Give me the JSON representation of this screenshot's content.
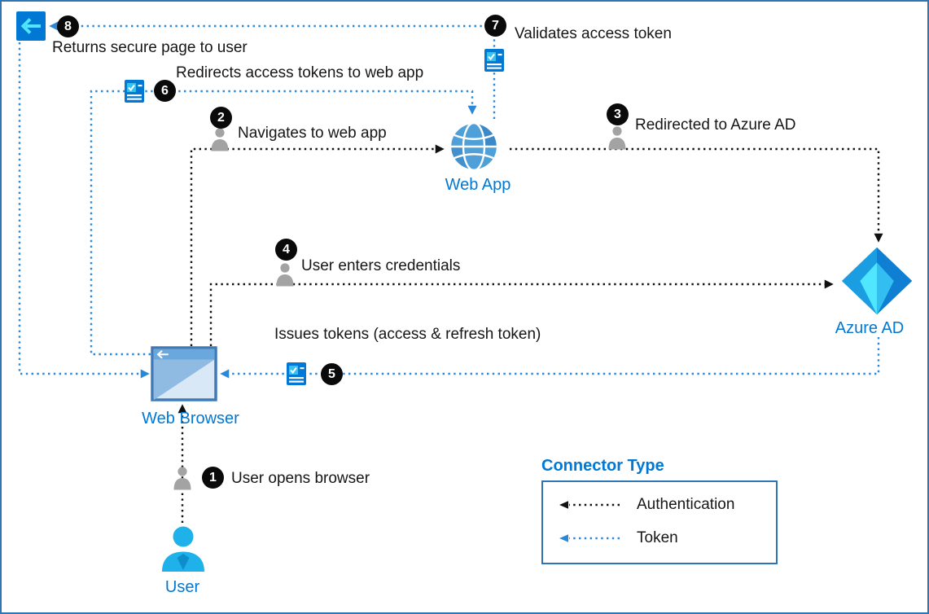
{
  "steps": [
    {
      "num": "1",
      "label": "User opens browser",
      "type": "authentication"
    },
    {
      "num": "2",
      "label": "Navigates to web app",
      "type": "authentication"
    },
    {
      "num": "3",
      "label": "Redirected to Azure AD",
      "type": "authentication"
    },
    {
      "num": "4",
      "label": "User enters credentials",
      "type": "authentication"
    },
    {
      "num": "5",
      "label": "Issues tokens (access & refresh token)",
      "type": "token"
    },
    {
      "num": "6",
      "label": "Redirects access tokens to web app",
      "type": "token"
    },
    {
      "num": "7",
      "label": "Validates access token",
      "type": "token"
    },
    {
      "num": "8",
      "label": "Returns secure page to user",
      "type": "token"
    }
  ],
  "nodes": {
    "web_app": {
      "label": "Web App"
    },
    "azure_ad": {
      "label": "Azure AD"
    },
    "web_browser": {
      "label": "Web Browser"
    },
    "user": {
      "label": "User"
    }
  },
  "legend": {
    "title": "Connector Type",
    "items": [
      {
        "label": "Authentication",
        "color": "#111111"
      },
      {
        "label": "Token",
        "color": "#2b88d8"
      }
    ]
  },
  "icons": [
    "return-page-icon",
    "token-icon",
    "person-icon",
    "web-app-globe-icon",
    "azure-ad-icon",
    "web-browser-icon",
    "user-icon",
    "auth-arrow-icon",
    "token-arrow-icon"
  ],
  "colors": {
    "accent_blue": "#0078d4",
    "auth_line": "#111111",
    "token_line": "#2b88d8",
    "badge_bg": "#0a0a0a",
    "border": "#2e75b6"
  }
}
